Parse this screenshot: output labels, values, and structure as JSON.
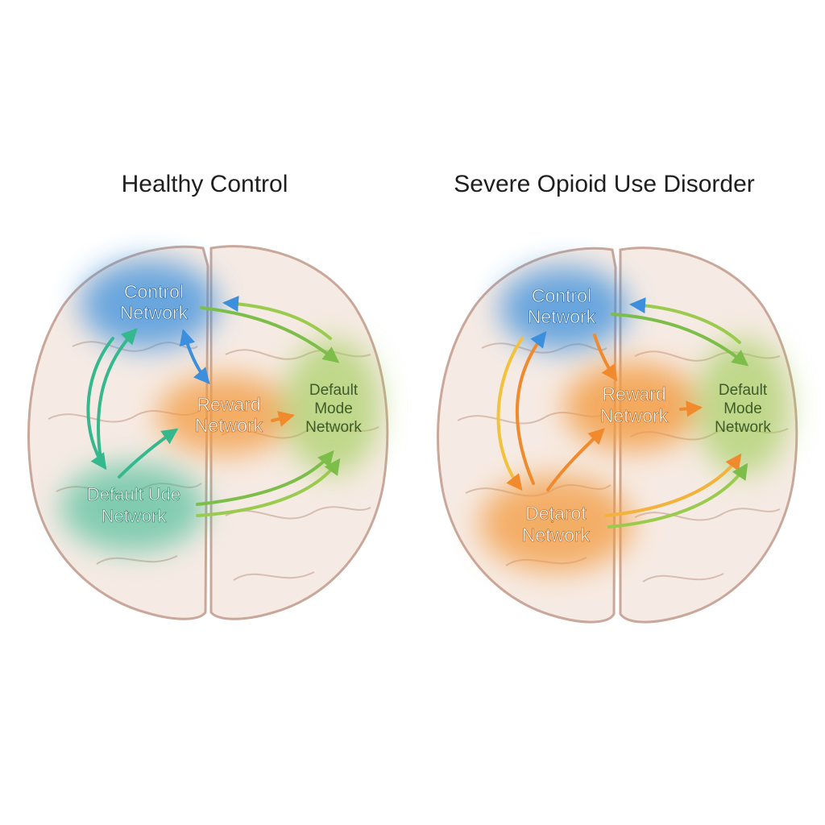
{
  "titles": {
    "left": "Healthy Control",
    "right": "Severe Opioid Use Disorder"
  },
  "left_brain": {
    "control": [
      "Control",
      "Network"
    ],
    "reward": [
      "Reward",
      "Network"
    ],
    "dmn_right": [
      "Default",
      "Mode",
      "Network"
    ],
    "dmn_left": [
      "Default Ude",
      "Network"
    ]
  },
  "right_brain": {
    "control": [
      "Control",
      "Network"
    ],
    "reward": [
      "Reward",
      "Network"
    ],
    "dmn_right": [
      "Default",
      "Mode",
      "Network"
    ],
    "dmn_left": [
      "Deṭarot",
      "Network"
    ]
  },
  "colors": {
    "control": "#3b8fdc",
    "reward": "#f39a3c",
    "default_mode": "#9acb4e",
    "default_left_healthy": "#36b88f",
    "default_left_oud": "#f39a3c",
    "brain_fill": "#f6ebe4",
    "brain_stroke": "#c9a79a"
  }
}
